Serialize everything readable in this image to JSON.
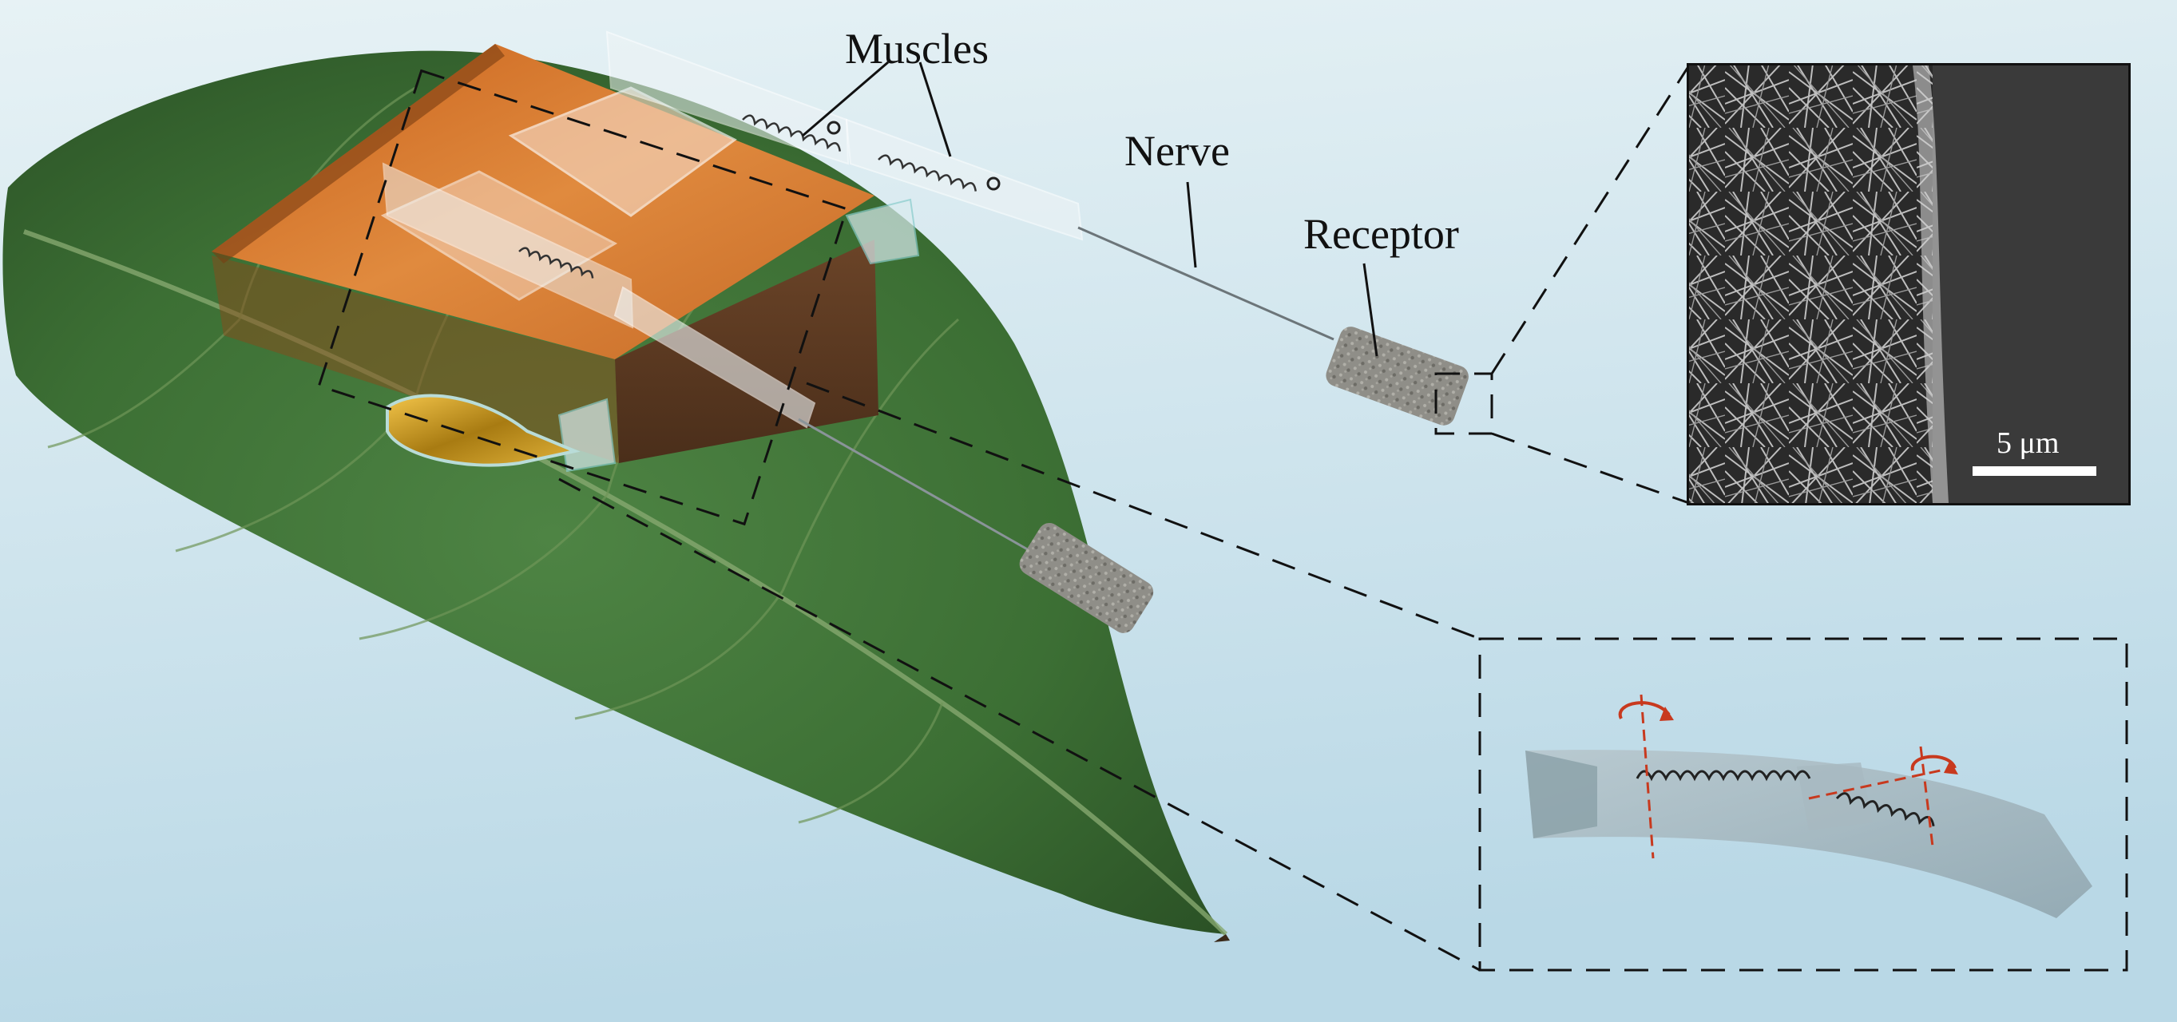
{
  "labels": {
    "muscles": "Muscles",
    "nerve": "Nerve",
    "receptor": "Receptor"
  },
  "sem_inset": {
    "scale_bar": "5 μm"
  },
  "colors": {
    "background_top": "#dfeef3",
    "background_bottom": "#bcdbe8",
    "leaf_dark": "#2e5a2a",
    "leaf_mid": "#46793c",
    "polyimide_orange": "#d9772c",
    "receptor_gray": "#8a8a84",
    "rotation_arrow": "#c8391e",
    "strip_fill": "#9fb2ba"
  }
}
